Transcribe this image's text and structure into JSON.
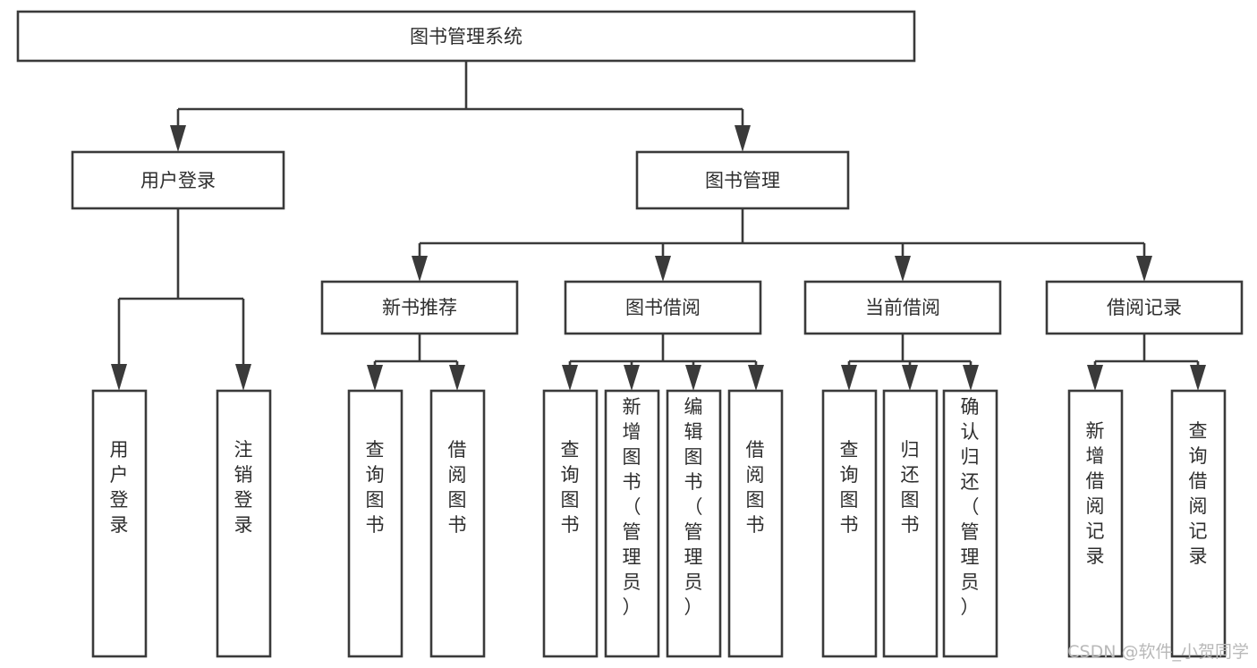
{
  "diagram": {
    "type": "tree-hierarchy-chart",
    "title": "图书管理系统",
    "background_color": "#ffffff",
    "line_color": "#3a3a3a",
    "text_color": "#2e2e2e",
    "levels": 4,
    "root": {
      "id": "root",
      "label": "图书管理系统",
      "orientation": "horizontal"
    },
    "level2": [
      {
        "id": "user-login",
        "label": "用户登录",
        "orientation": "horizontal"
      },
      {
        "id": "book-manage",
        "label": "图书管理",
        "orientation": "horizontal"
      }
    ],
    "level3": [
      {
        "id": "new-book-recommend",
        "label": "新书推荐",
        "parent": "book-manage",
        "orientation": "horizontal"
      },
      {
        "id": "book-borrow",
        "label": "图书借阅",
        "parent": "book-manage",
        "orientation": "horizontal"
      },
      {
        "id": "current-borrow",
        "label": "当前借阅",
        "parent": "book-manage",
        "orientation": "horizontal"
      },
      {
        "id": "borrow-record",
        "label": "借阅记录",
        "parent": "book-manage",
        "orientation": "horizontal"
      }
    ],
    "leaves": [
      {
        "id": "leaf-user-login",
        "label": "用户登录",
        "parent": "user-login",
        "orientation": "vertical"
      },
      {
        "id": "leaf-user-logout",
        "label": "注销登录",
        "parent": "user-login",
        "orientation": "vertical"
      },
      {
        "id": "leaf-query-book-1",
        "label": "查询图书",
        "parent": "new-book-recommend",
        "orientation": "vertical"
      },
      {
        "id": "leaf-borrow-book-1",
        "label": "借阅图书",
        "parent": "new-book-recommend",
        "orientation": "vertical"
      },
      {
        "id": "leaf-query-book-2",
        "label": "查询图书",
        "parent": "book-borrow",
        "orientation": "vertical"
      },
      {
        "id": "leaf-add-book",
        "label": "新增图书（管理员）",
        "parent": "book-borrow",
        "orientation": "vertical"
      },
      {
        "id": "leaf-edit-book",
        "label": "编辑图书（管理员）",
        "parent": "book-borrow",
        "orientation": "vertical"
      },
      {
        "id": "leaf-borrow-book-2",
        "label": "借阅图书",
        "parent": "book-borrow",
        "orientation": "vertical"
      },
      {
        "id": "leaf-query-book-3",
        "label": "查询图书",
        "parent": "current-borrow",
        "orientation": "vertical"
      },
      {
        "id": "leaf-return-book",
        "label": "归还图书",
        "parent": "current-borrow",
        "orientation": "vertical"
      },
      {
        "id": "leaf-confirm-return",
        "label": "确认归还（管理员）",
        "parent": "current-borrow",
        "orientation": "vertical"
      },
      {
        "id": "leaf-add-record",
        "label": "新增借阅记录",
        "parent": "borrow-record",
        "orientation": "vertical"
      },
      {
        "id": "leaf-query-record",
        "label": "查询借阅记录",
        "parent": "borrow-record",
        "orientation": "vertical"
      }
    ]
  },
  "watermark": {
    "text": "CSDN @软件_小贺同学",
    "color": "#b9b9b9"
  }
}
